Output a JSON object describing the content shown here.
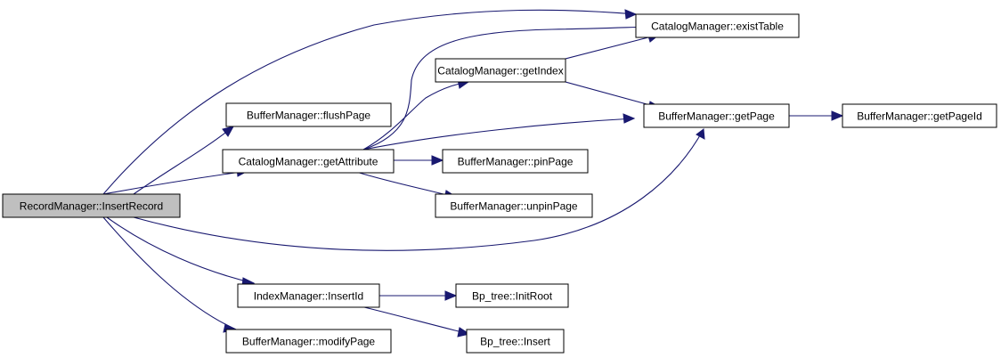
{
  "colors": {
    "edge": "#191970",
    "root_fill": "#bfbfbf",
    "node_fill": "#ffffff",
    "border": "#000000"
  },
  "nodes": {
    "insertRecord": "RecordManager::InsertRecord",
    "flushPage": "BufferManager::flushPage",
    "getAttribute": "CatalogManager::getAttribute",
    "getIndex": "CatalogManager::getIndex",
    "existTable": "CatalogManager::existTable",
    "getPage": "BufferManager::getPage",
    "getPageId": "BufferManager::getPageId",
    "pinPage": "BufferManager::pinPage",
    "unpinPage": "BufferManager::unpinPage",
    "insertId": "IndexManager::InsertId",
    "initRoot": "Bp_tree::InitRoot",
    "bpInsert": "Bp_tree::Insert",
    "modifyPage": "BufferManager::modifyPage"
  }
}
